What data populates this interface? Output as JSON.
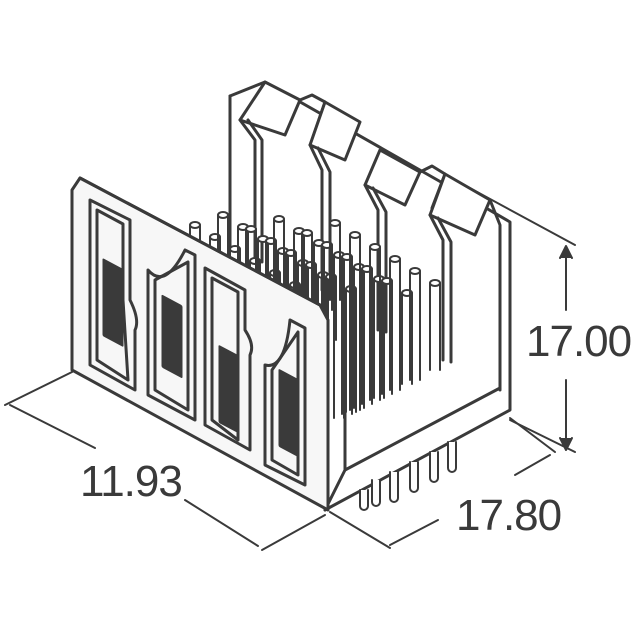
{
  "diagram": {
    "subject": "connector-header-isometric",
    "colors": {
      "line": "#3a3a3a",
      "fill": "#f7f7f7",
      "dark": "#3a3a3a",
      "background": "#ffffff"
    },
    "dimensions": {
      "height": "17.00",
      "width": "11.93",
      "depth": "17.80"
    },
    "units": ""
  }
}
